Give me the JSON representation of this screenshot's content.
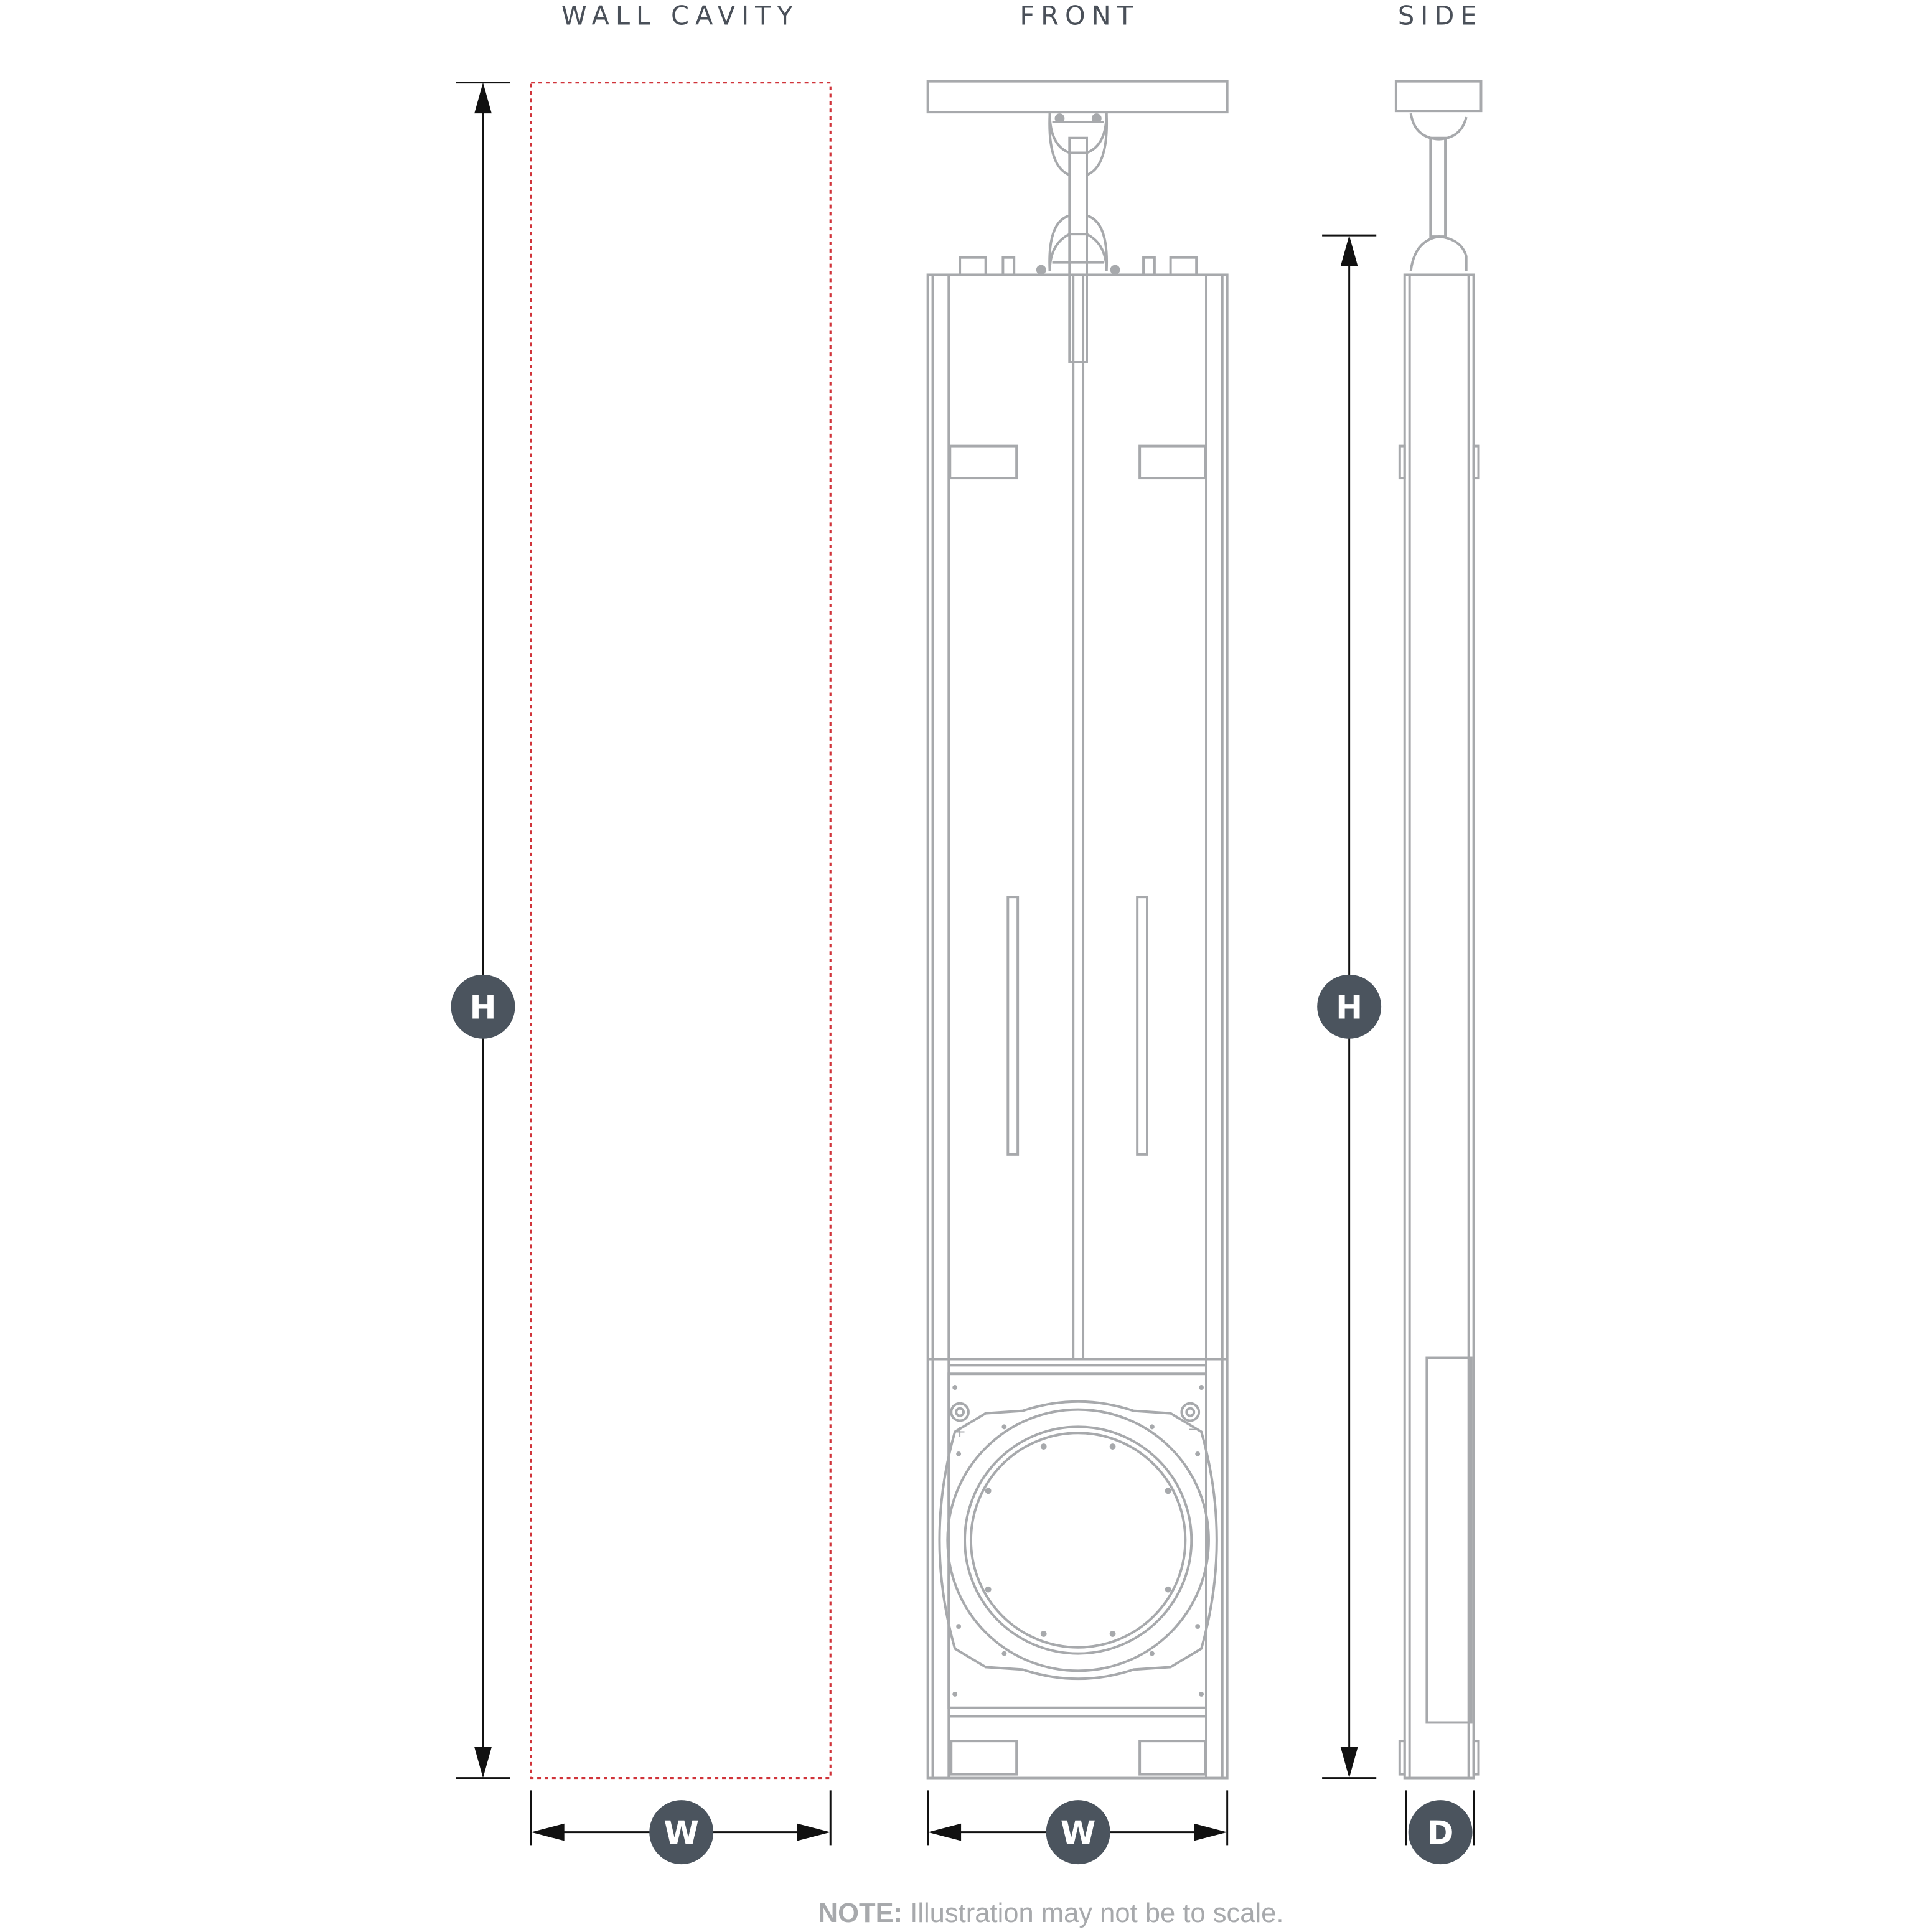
{
  "titles": {
    "wall_cavity": "WALL CAVITY",
    "front": "FRONT",
    "side": "SIDE"
  },
  "badges": {
    "cavity_height": "H",
    "cavity_width": "W",
    "front_width": "W",
    "side_height": "H",
    "side_depth": "D"
  },
  "terminals": {
    "positive": "+",
    "negative": "−"
  },
  "note": {
    "label": "NOTE:",
    "text": " Illustration may not be to scale."
  },
  "colors": {
    "badge": "#4b545e",
    "cavity_outline": "#d0343a",
    "product_line": "#a7a9ac",
    "title": "#4a5059"
  }
}
